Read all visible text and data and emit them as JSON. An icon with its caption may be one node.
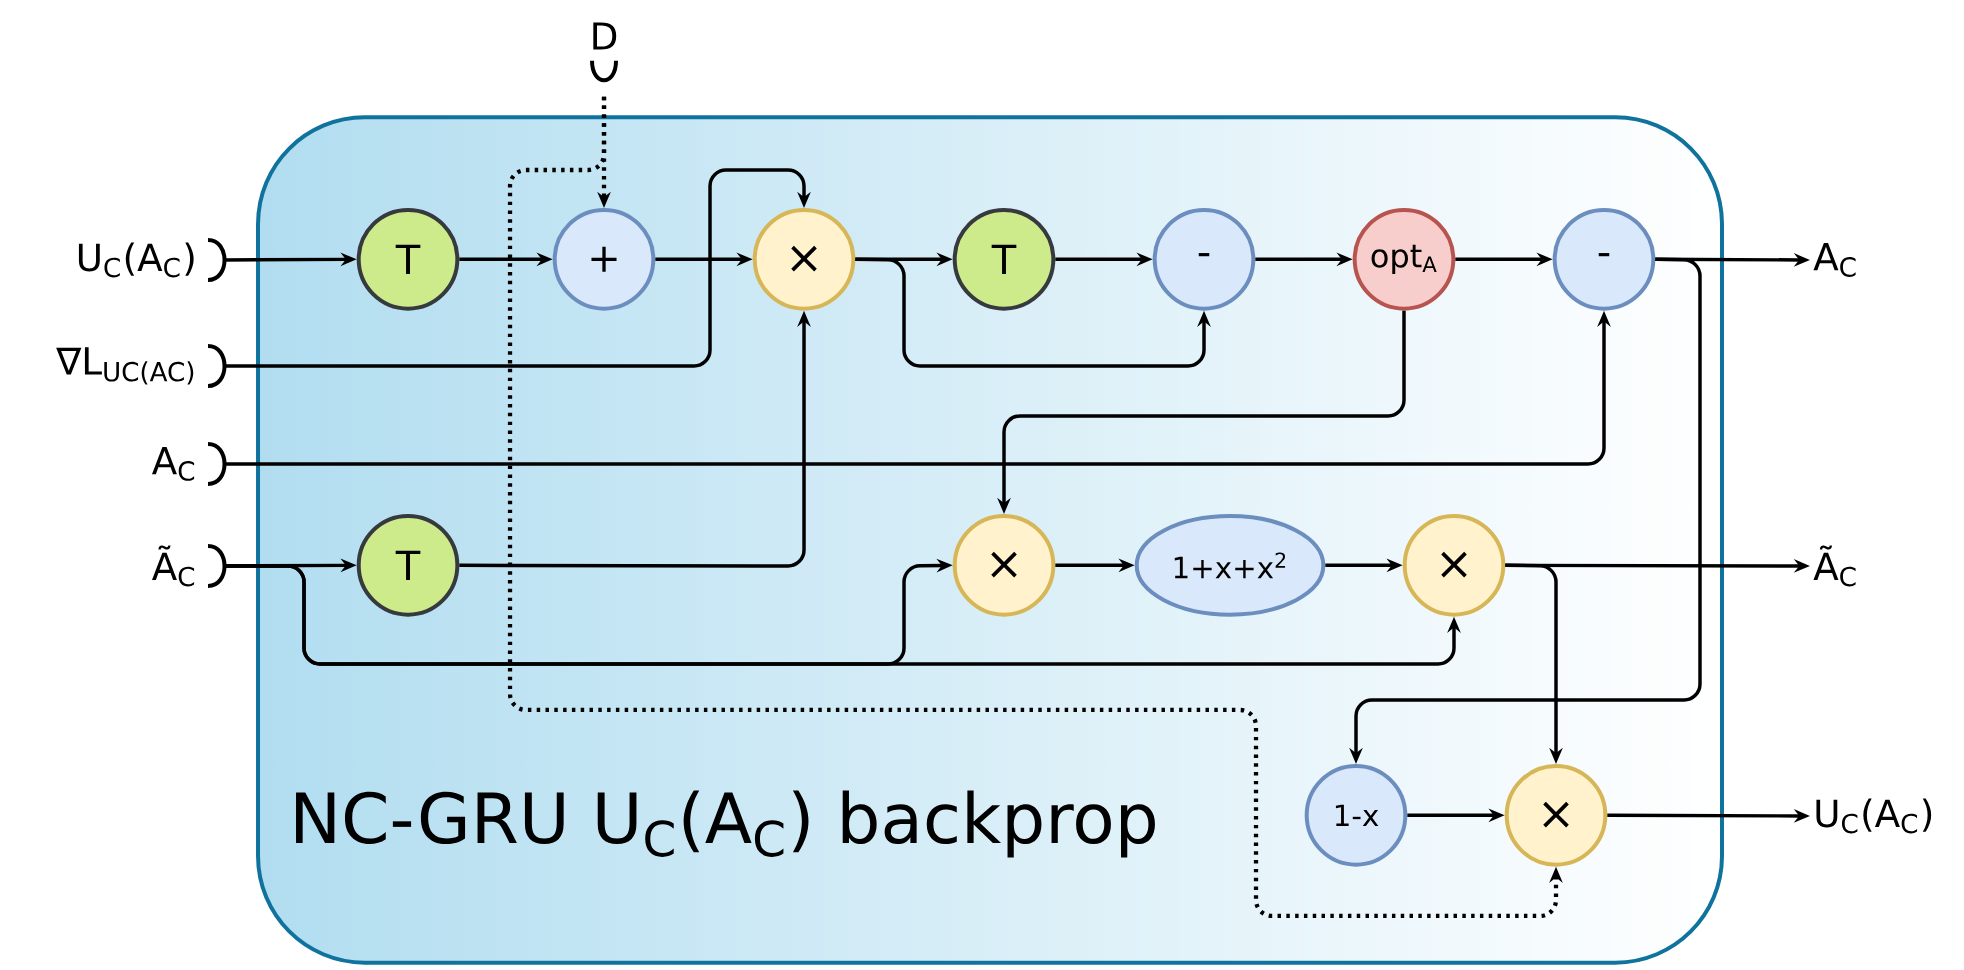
{
  "diagram": {
    "nodes": [
      {
        "text": [
          "NC-GRU U$_{C}$(A$_{C}$) backprop"
        ]
      },
      {
        "text": [
          "U$_{C}$(A$_{C}$)"
        ]
      },
      {
        "text": [
          "∇L$_{UC(AC)}$"
        ]
      },
      {
        "text": [
          "A$_{C}$"
        ]
      },
      {
        "text": [
          "Ã$_{C}$"
        ]
      },
      {
        "text": [
          "D"
        ]
      },
      {
        "text": [
          "T"
        ],
        "in": 0
      },
      {
        "text": [
          "+"
        ],
        "in": 0
      },
      {
        "text": [
          "×"
        ],
        "in": 0
      },
      {
        "text": [
          "T"
        ],
        "in": 0
      },
      {
        "text": [
          "-"
        ],
        "in": 0
      },
      {
        "text": [
          "opt$_{A}$"
        ],
        "in": 0
      },
      {
        "text": [
          "-"
        ],
        "in": 0
      },
      {
        "text": [
          "T"
        ],
        "in": 0
      },
      {
        "text": [
          "×"
        ],
        "in": 0
      },
      {
        "text": [
          "1+x+x$^{2}$"
        ],
        "in": 0
      },
      {
        "text": [
          "×"
        ],
        "in": 0
      },
      {
        "text": [
          "1-x"
        ],
        "in": 0
      },
      {
        "text": [
          "×"
        ],
        "in": 0
      },
      {
        "text": [
          "A$_{C}$"
        ]
      },
      {
        "text": [
          "Ã$_{C}$"
        ]
      },
      {
        "text": [
          "U$_{C}$(A$_{C}$)"
        ]
      }
    ],
    "edges": [
      {
        "from": 1,
        "to": 6,
        "arrow": "to"
      },
      {
        "from": 6,
        "to": 7,
        "arrow": "to"
      },
      {
        "from": 7,
        "to": 8,
        "arrow": "to"
      },
      {
        "from": 2,
        "to": 8,
        "arrow": "to"
      },
      {
        "from": 8,
        "to": 9,
        "arrow": "to"
      },
      {
        "from": 8,
        "to": 10,
        "arrow": "to"
      },
      {
        "from": 9,
        "to": 10,
        "arrow": "to"
      },
      {
        "from": 10,
        "to": 11,
        "arrow": "to"
      },
      {
        "from": 11,
        "to": 12,
        "arrow": "to"
      },
      {
        "from": 11,
        "to": 14,
        "arrow": "to"
      },
      {
        "from": 3,
        "to": 12,
        "arrow": "to"
      },
      {
        "from": 12,
        "to": 19,
        "arrow": "to"
      },
      {
        "from": 12,
        "to": 17,
        "arrow": "to"
      },
      {
        "from": 4,
        "to": 13,
        "arrow": "to"
      },
      {
        "from": 13,
        "to": 8,
        "arrow": "to"
      },
      {
        "from": 4,
        "to": 14,
        "arrow": "to"
      },
      {
        "from": 4,
        "to": 16,
        "arrow": "to"
      },
      {
        "from": 14,
        "to": 15,
        "arrow": "to"
      },
      {
        "from": 15,
        "to": 16,
        "arrow": "to"
      },
      {
        "from": 16,
        "to": 20,
        "arrow": "to"
      },
      {
        "from": 16,
        "to": 18,
        "arrow": "to"
      },
      {
        "from": 17,
        "to": 18,
        "arrow": "to"
      },
      {
        "from": 18,
        "to": 21,
        "arrow": "to"
      },
      {
        "from": 5,
        "to": 7,
        "arrow": "to",
        "style": "dashed"
      },
      {
        "from": 5,
        "to": 18,
        "arrow": "to",
        "style": "dashed"
      }
    ]
  }
}
